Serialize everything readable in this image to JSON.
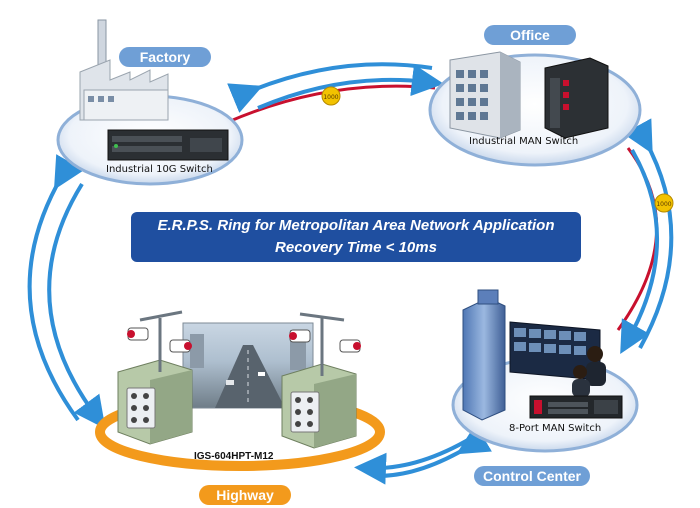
{
  "banner": {
    "line1": "E.R.P.S. Ring for Metropolitan Area Network Application",
    "line2": "Recovery Time < 10ms"
  },
  "sites": {
    "factory": {
      "name": "Factory",
      "device": "Industrial 10G Switch"
    },
    "office": {
      "name": "Office",
      "device": "Industrial MAN Switch"
    },
    "control_center": {
      "name": "Control Center",
      "device": "8-Port MAN Switch"
    },
    "highway": {
      "name": "Highway",
      "device": "IGS-604HPT-M12"
    }
  },
  "link_badges": [
    "1000",
    "1000"
  ],
  "colors": {
    "ring_arrow": "#2f8fd8",
    "site_label_blue": "#6f9fd6",
    "site_label_orange": "#f39a1c",
    "fiber_link": "#c8102e",
    "banner": "#1f4fa0",
    "badge": "#f2c200"
  }
}
